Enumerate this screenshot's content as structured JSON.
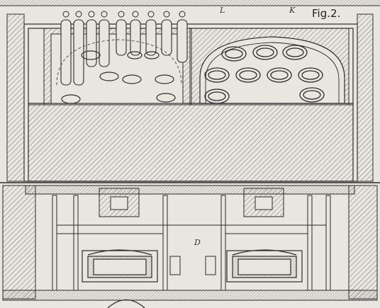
{
  "figure": {
    "label": "Fig.2.",
    "letters": {
      "L": "L",
      "K": "K",
      "D": "D"
    },
    "colors": {
      "paper": "#e9e6df",
      "ink": "#2b2b2b",
      "hatch": "#555555"
    }
  }
}
